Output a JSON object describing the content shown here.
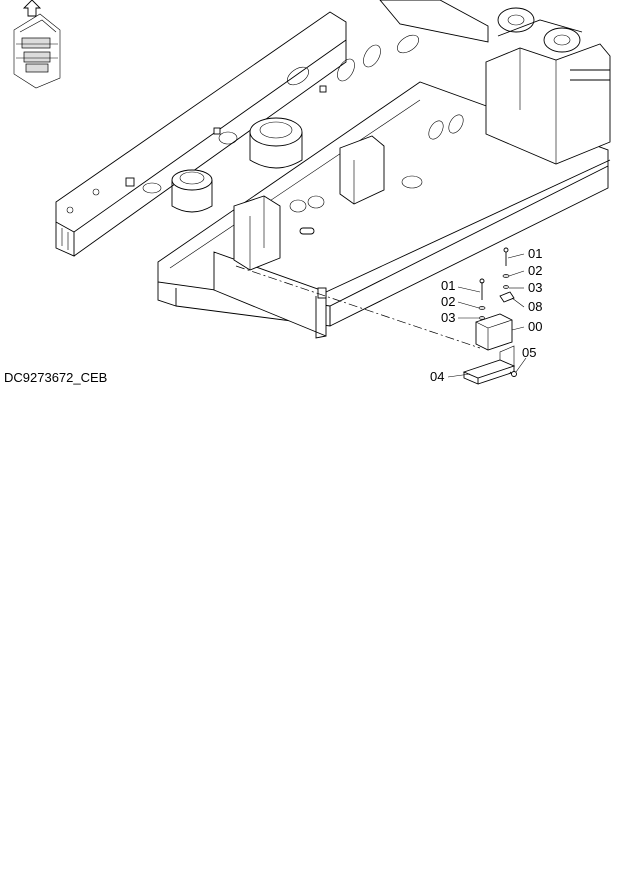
{
  "drawing": {
    "reference_code": "DC9273672_CEB",
    "callouts": {
      "part_00": "00",
      "part_01_right": "01",
      "part_02_right": "02",
      "part_03_right": "03",
      "part_08": "08",
      "part_01_left": "01",
      "part_02_left": "02",
      "part_03_left": "03",
      "part_05": "05",
      "part_04": "04"
    }
  }
}
